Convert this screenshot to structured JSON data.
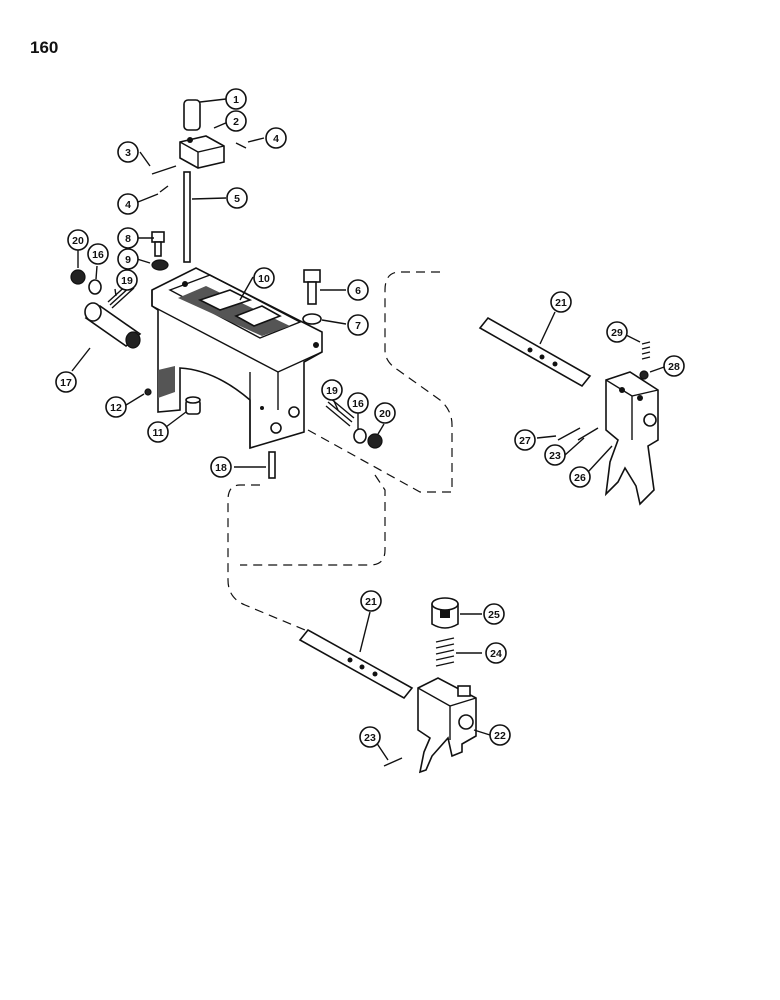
{
  "page": {
    "number": "160"
  },
  "callouts": [
    {
      "id": "c1",
      "label": "1"
    },
    {
      "id": "c2",
      "label": "2"
    },
    {
      "id": "c3",
      "label": "3"
    },
    {
      "id": "c4a",
      "label": "4"
    },
    {
      "id": "c4b",
      "label": "4"
    },
    {
      "id": "c5",
      "label": "5"
    },
    {
      "id": "c6",
      "label": "6"
    },
    {
      "id": "c7",
      "label": "7"
    },
    {
      "id": "c8",
      "label": "8"
    },
    {
      "id": "c9",
      "label": "9"
    },
    {
      "id": "c10",
      "label": "10"
    },
    {
      "id": "c11",
      "label": "11"
    },
    {
      "id": "c12",
      "label": "12"
    },
    {
      "id": "c16a",
      "label": "16"
    },
    {
      "id": "c16b",
      "label": "16"
    },
    {
      "id": "c17",
      "label": "17"
    },
    {
      "id": "c18",
      "label": "18"
    },
    {
      "id": "c19a",
      "label": "19"
    },
    {
      "id": "c19b",
      "label": "19"
    },
    {
      "id": "c20a",
      "label": "20"
    },
    {
      "id": "c20b",
      "label": "20"
    },
    {
      "id": "c21a",
      "label": "21"
    },
    {
      "id": "c21b",
      "label": "21"
    },
    {
      "id": "c22",
      "label": "22"
    },
    {
      "id": "c23a",
      "label": "23"
    },
    {
      "id": "c23b",
      "label": "23"
    },
    {
      "id": "c24",
      "label": "24"
    },
    {
      "id": "c25",
      "label": "25"
    },
    {
      "id": "c26",
      "label": "26"
    },
    {
      "id": "c27",
      "label": "27"
    },
    {
      "id": "c28",
      "label": "28"
    },
    {
      "id": "c29",
      "label": "29"
    }
  ]
}
